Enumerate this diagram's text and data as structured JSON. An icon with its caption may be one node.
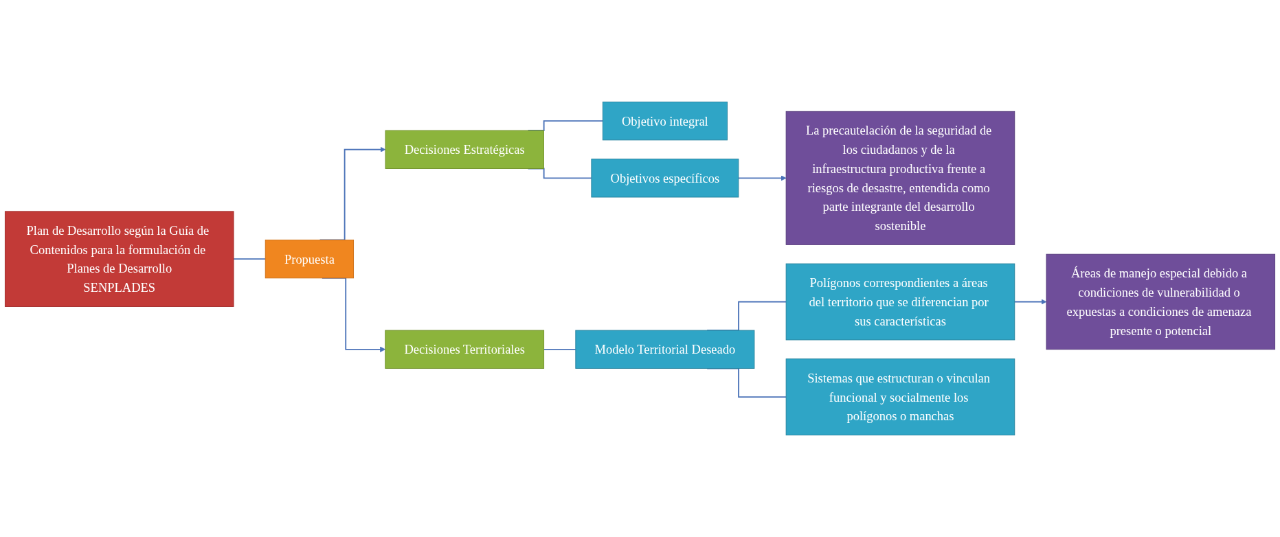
{
  "diagram": {
    "nodes": [
      {
        "text": [
          "Plan de Desarrollo según la Guía de Contenidos para la formulación de Planes de Desarrollo",
          "SENPLADES"
        ]
      },
      {
        "text": [
          "Propuesta"
        ]
      },
      {
        "text": [
          "Decisiones Estratégicas"
        ]
      },
      {
        "text": [
          "Objetivo integral"
        ]
      },
      {
        "text": [
          "Objetivos específicos"
        ]
      },
      {
        "text": [
          "La precautelación de la seguridad de los ciudadanos y de la infraestructura productiva frente a riesgos de desastre, entendida como parte integrante del desarrollo sostenible"
        ]
      },
      {
        "text": [
          "Decisiones Territoriales"
        ]
      },
      {
        "text": [
          "Modelo Territorial Deseado"
        ]
      },
      {
        "text": [
          "Polígonos correspondientes a áreas del territorio que se diferencian por sus características"
        ]
      },
      {
        "text": [
          "Áreas de manejo especial debido a condiciones de vulnerabilidad o expuestas a condiciones de amenaza presente o potencial"
        ]
      },
      {
        "text": [
          "Sistemas que estructuran o vinculan funcional y socialmente los polígonos o manchas"
        ]
      }
    ],
    "edges": [
      {
        "from": 0,
        "to": 1,
        "arrow": "none"
      },
      {
        "from": 1,
        "to": 2,
        "arrow": "to"
      },
      {
        "from": 1,
        "to": 6,
        "arrow": "to"
      },
      {
        "from": 2,
        "to": 3,
        "arrow": "none"
      },
      {
        "from": 2,
        "to": 4,
        "arrow": "none"
      },
      {
        "from": 4,
        "to": 5,
        "arrow": "to"
      },
      {
        "from": 6,
        "to": 7,
        "arrow": "none"
      },
      {
        "from": 7,
        "to": 8,
        "arrow": "none"
      },
      {
        "from": 7,
        "to": 10,
        "arrow": "none"
      },
      {
        "from": 8,
        "to": 9,
        "arrow": "to"
      }
    ]
  }
}
